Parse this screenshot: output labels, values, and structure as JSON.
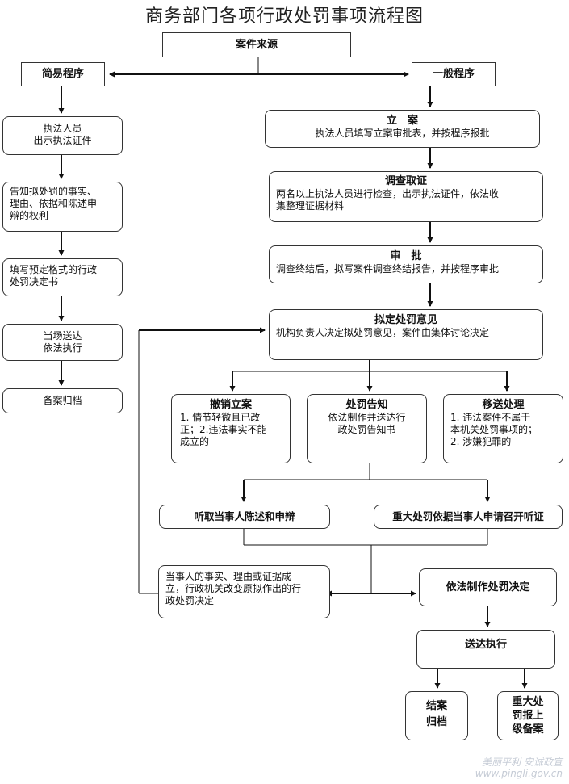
{
  "title": "商务部门各项行政处罚事项流程图",
  "source": {
    "label": "案件来源"
  },
  "simple": {
    "label": "简易程序",
    "steps": [
      [
        "执法人员",
        "出示执法证件"
      ],
      [
        "告知拟处罚的事实、",
        "理由、依据和陈述申",
        "辩的权利"
      ],
      [
        "填写预定格式的行政",
        "处罚决定书"
      ],
      [
        "当场送达",
        "依法执行"
      ],
      [
        "备案归档"
      ]
    ]
  },
  "general": {
    "label": "一般程序",
    "filing": {
      "title": "立　案",
      "desc": "执法人员填写立案审批表，并按程序报批"
    },
    "investigation": {
      "title": "调查取证",
      "desc": [
        "两名以上执法人员进行检查，出示执法证件，依法收",
        "集整理证据材料"
      ]
    },
    "review": {
      "title": "审　批",
      "desc": "调查终结后，拟写案件调查终结报告，并按程序审批"
    },
    "opinion": {
      "title": "拟定处罚意见",
      "desc": "机构负责人决定拟处罚意见，案件由集体讨论决定"
    },
    "revoke": {
      "title": "撤销立案",
      "items": [
        "1. 情节轻微且已改",
        "正；2.违法事实不能",
        "成立的"
      ]
    },
    "notice": {
      "title": "处罚告知",
      "desc": [
        "依法制作并送达行",
        "政处罚告知书"
      ]
    },
    "transfer": {
      "title": "移送处理",
      "items": [
        "1. 违法案件不属于",
        "本机关处罚事项的；",
        "2. 涉嫌犯罪的"
      ]
    },
    "statement": {
      "label": "听取当事人陈述和申辩"
    },
    "hearing": {
      "label": "重大处罚依据当事人申请召开听证"
    },
    "change": {
      "desc": [
        "当事人的事实、理由或证据成",
        "立，行政机关改变原拟作出的行",
        "政处罚决定"
      ]
    },
    "decision": {
      "label": "依法制作处罚决定"
    },
    "delivery": {
      "label": "送达执行"
    },
    "close": {
      "lines": [
        "结案",
        "归档"
      ]
    },
    "report": {
      "lines": [
        "重大处",
        "罚报上",
        "级备案"
      ]
    }
  },
  "watermark": {
    "line1": "美丽平利 安诚政宣",
    "line2": "www.pingli.gov.cn"
  }
}
